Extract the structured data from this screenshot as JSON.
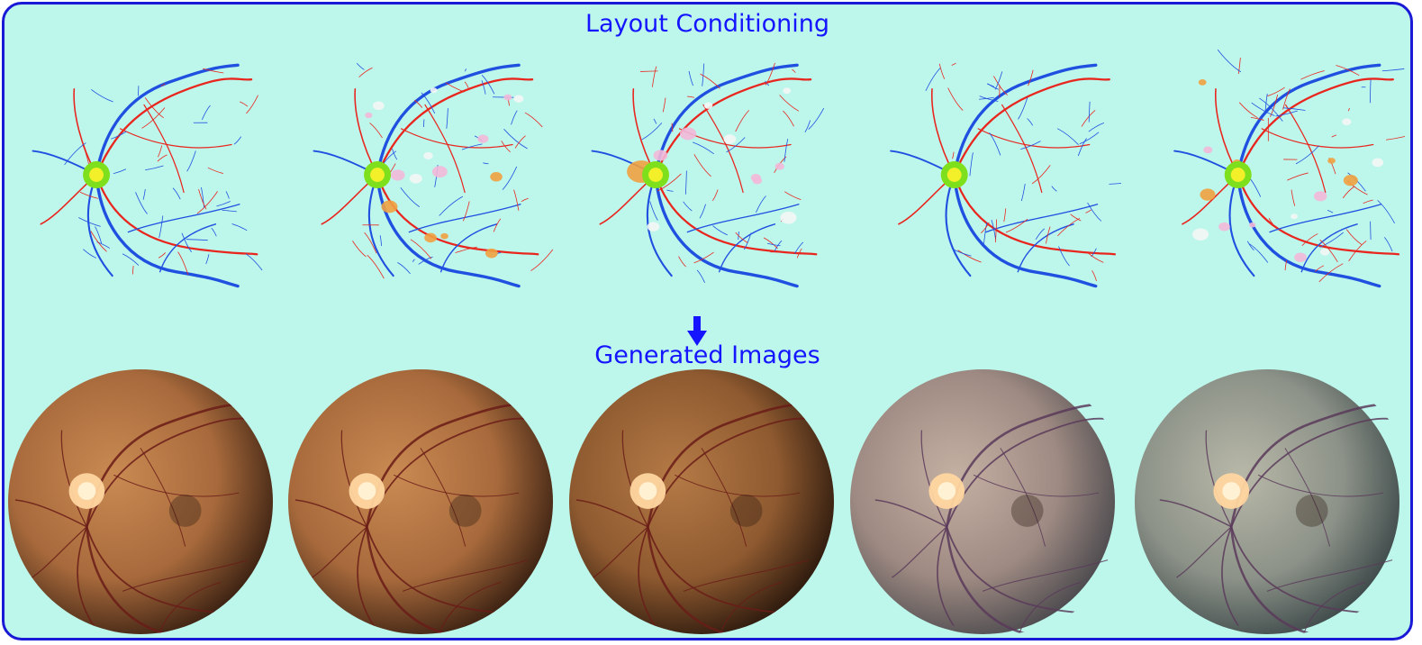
{
  "titles": {
    "layout": "Layout Conditioning",
    "generated": "Generated Images"
  },
  "colors": {
    "panel_background": "#bdf7ec",
    "panel_border": "#1a1ad6",
    "title_text": "#1515ff",
    "artery": "#e8261e",
    "vein": "#2050e0",
    "optic_disc_ring": "#7ee01c",
    "optic_disc_core": "#f3f02a"
  },
  "layout_maps": [
    {
      "name": "layout-map-1",
      "lesions": [
        "none"
      ]
    },
    {
      "name": "layout-map-2",
      "lesions": [
        "hard-exudates",
        "hemorrhages",
        "microaneurysms"
      ]
    },
    {
      "name": "layout-map-3",
      "lesions": [
        "hard-exudates",
        "soft-exudates",
        "hemorrhages"
      ]
    },
    {
      "name": "layout-map-4",
      "lesions": [
        "none"
      ]
    },
    {
      "name": "layout-map-5",
      "lesions": [
        "hard-exudates",
        "hemorrhages",
        "microaneurysms"
      ]
    }
  ],
  "generated_images": [
    {
      "name": "generated-fundus-1",
      "tone": "brown"
    },
    {
      "name": "generated-fundus-2",
      "tone": "brown"
    },
    {
      "name": "generated-fundus-3",
      "tone": "dark-brown"
    },
    {
      "name": "generated-fundus-4",
      "tone": "grey-pink"
    },
    {
      "name": "generated-fundus-5",
      "tone": "grey-green"
    }
  ]
}
